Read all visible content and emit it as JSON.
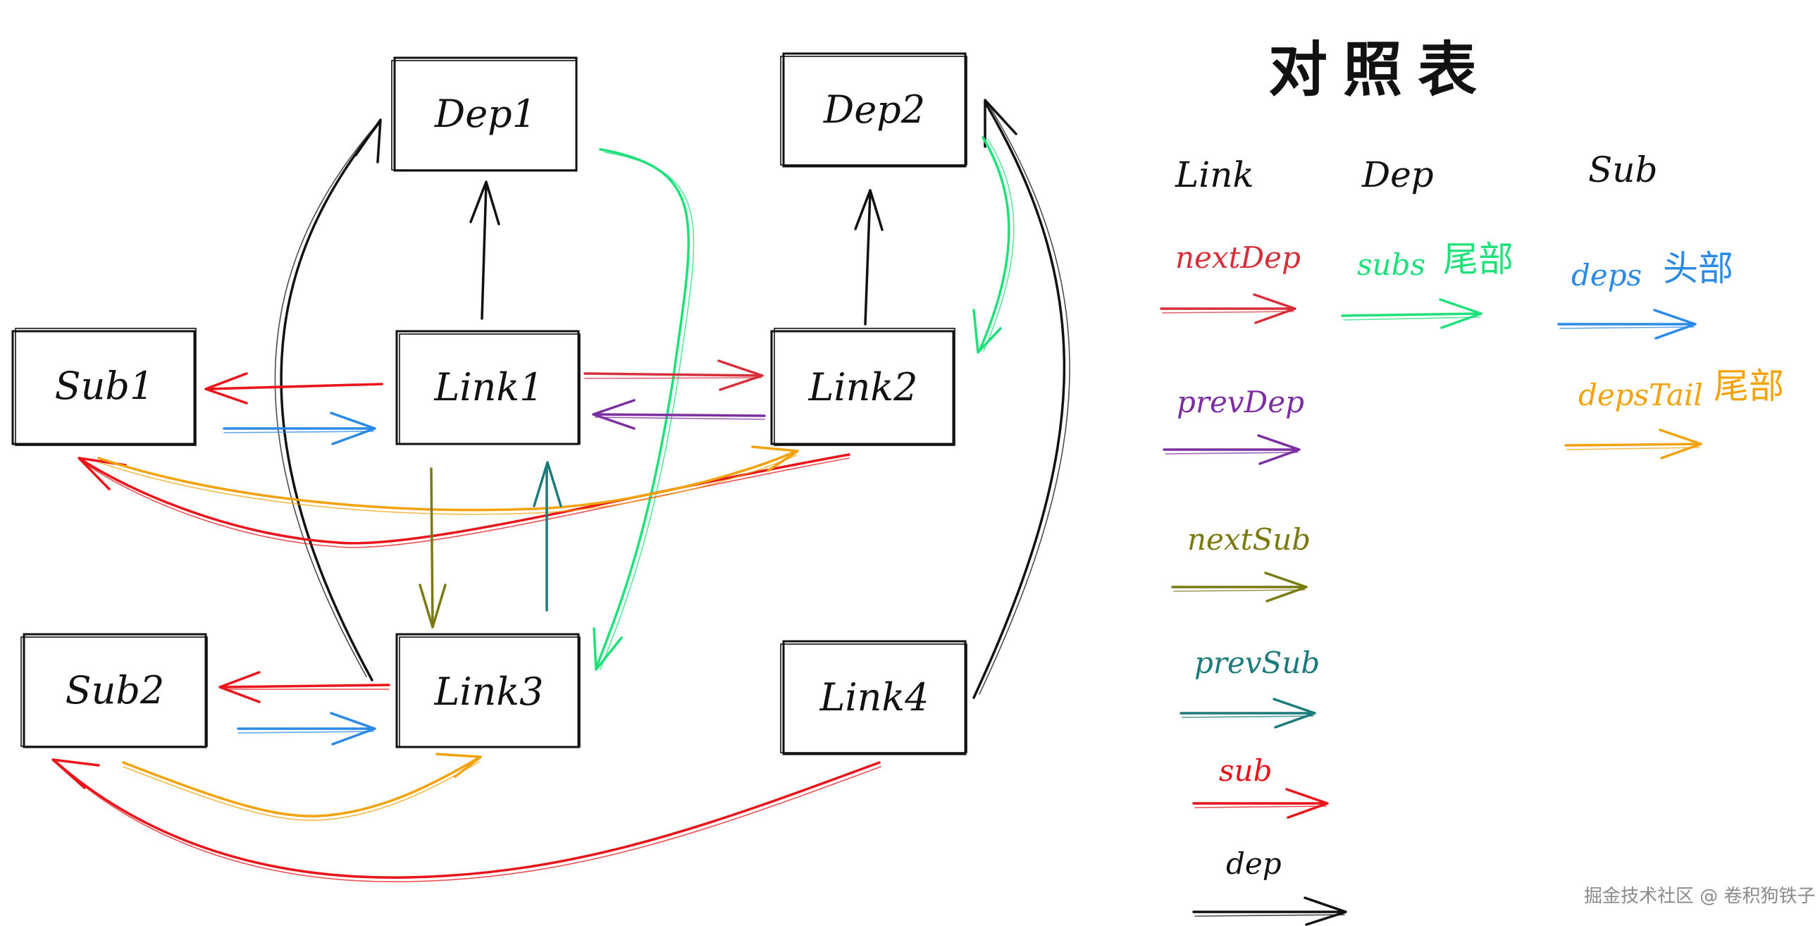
{
  "title": "对照表",
  "colors": {
    "nextDep": "#d62f3a",
    "prevDep": "#7b2fa0",
    "nextSub": "#7b7a12",
    "prevSub": "#1b7b7b",
    "sub": "#e8141a",
    "dep": "#111111",
    "subs": "#1fe07a",
    "deps": "#2b8ae6",
    "depsTail": "#f2a20a"
  },
  "nodes": {
    "dep1": "Dep1",
    "dep2": "Dep2",
    "sub1": "Sub1",
    "link1": "Link1",
    "link2": "Link2",
    "sub2": "Sub2",
    "link3": "Link3",
    "link4": "Link4"
  },
  "legend": {
    "headers": {
      "link": "Link",
      "dep": "Dep",
      "sub": "Sub"
    },
    "link_items": [
      {
        "key": "nextDep",
        "label": "nextDep"
      },
      {
        "key": "prevDep",
        "label": "prevDep"
      },
      {
        "key": "nextSub",
        "label": "nextSub"
      },
      {
        "key": "prevSub",
        "label": "prevSub"
      },
      {
        "key": "sub",
        "label": "sub"
      },
      {
        "key": "dep",
        "label": "dep"
      }
    ],
    "dep_items": [
      {
        "key": "subs",
        "label": "subs",
        "note": "尾部"
      }
    ],
    "sub_items": [
      {
        "key": "deps",
        "label": "deps",
        "note": "头部"
      },
      {
        "key": "depsTail",
        "label": "depsTail",
        "note": "尾部"
      }
    ]
  },
  "watermark": "掘金技术社区 @ 卷积狗铁子"
}
